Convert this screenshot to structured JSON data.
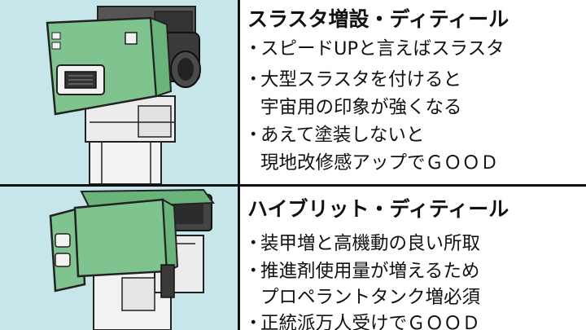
{
  "top": {
    "heading": "スラスタ増設・ディティール",
    "lines": [
      "スピードUPと言えばスラスタ",
      "大型スラスタを付けると",
      "宇宙用の印象が強くなる",
      "あえて塗装しないと",
      "現地改修感アップでＧＯＯＤ"
    ]
  },
  "bottom": {
    "heading": "ハイブリット・ディティール",
    "lines": [
      "装甲増と高機動の良い所取",
      "推進剤使用量が増えるため",
      "プロペラントタンク増必須",
      "正統派万人受けでＧＯＯＤ"
    ]
  },
  "bullet": "・",
  "colors": {
    "background_art": "#c7e6ea",
    "armor_green": "#7fc48f",
    "dark_parts": "#3a3a3a",
    "frame_white": "#f2f2f2"
  }
}
